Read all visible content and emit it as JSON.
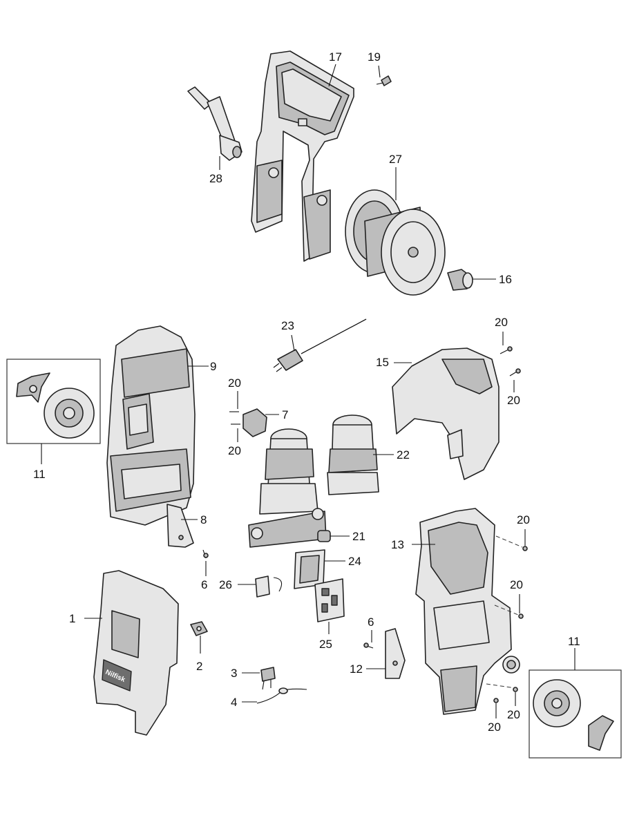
{
  "diagram": {
    "callouts": {
      "c1": "1",
      "c2": "2",
      "c3": "3",
      "c4": "4",
      "c6a": "6",
      "c6b": "6",
      "c7": "7",
      "c8": "8",
      "c9": "9",
      "c11a": "11",
      "c11b": "11",
      "c12": "12",
      "c13": "13",
      "c15": "15",
      "c16": "16",
      "c17": "17",
      "c19": "19",
      "c20a": "20",
      "c20b": "20",
      "c20c": "20",
      "c20d": "20",
      "c20e": "20",
      "c20f": "20",
      "c20g": "20",
      "c20h": "20",
      "c21": "21",
      "c22": "22",
      "c23": "23",
      "c24": "24",
      "c25": "25",
      "c26": "26",
      "c27": "27",
      "c28": "28"
    },
    "branding": {
      "logo_text": "Nilfisk"
    }
  }
}
